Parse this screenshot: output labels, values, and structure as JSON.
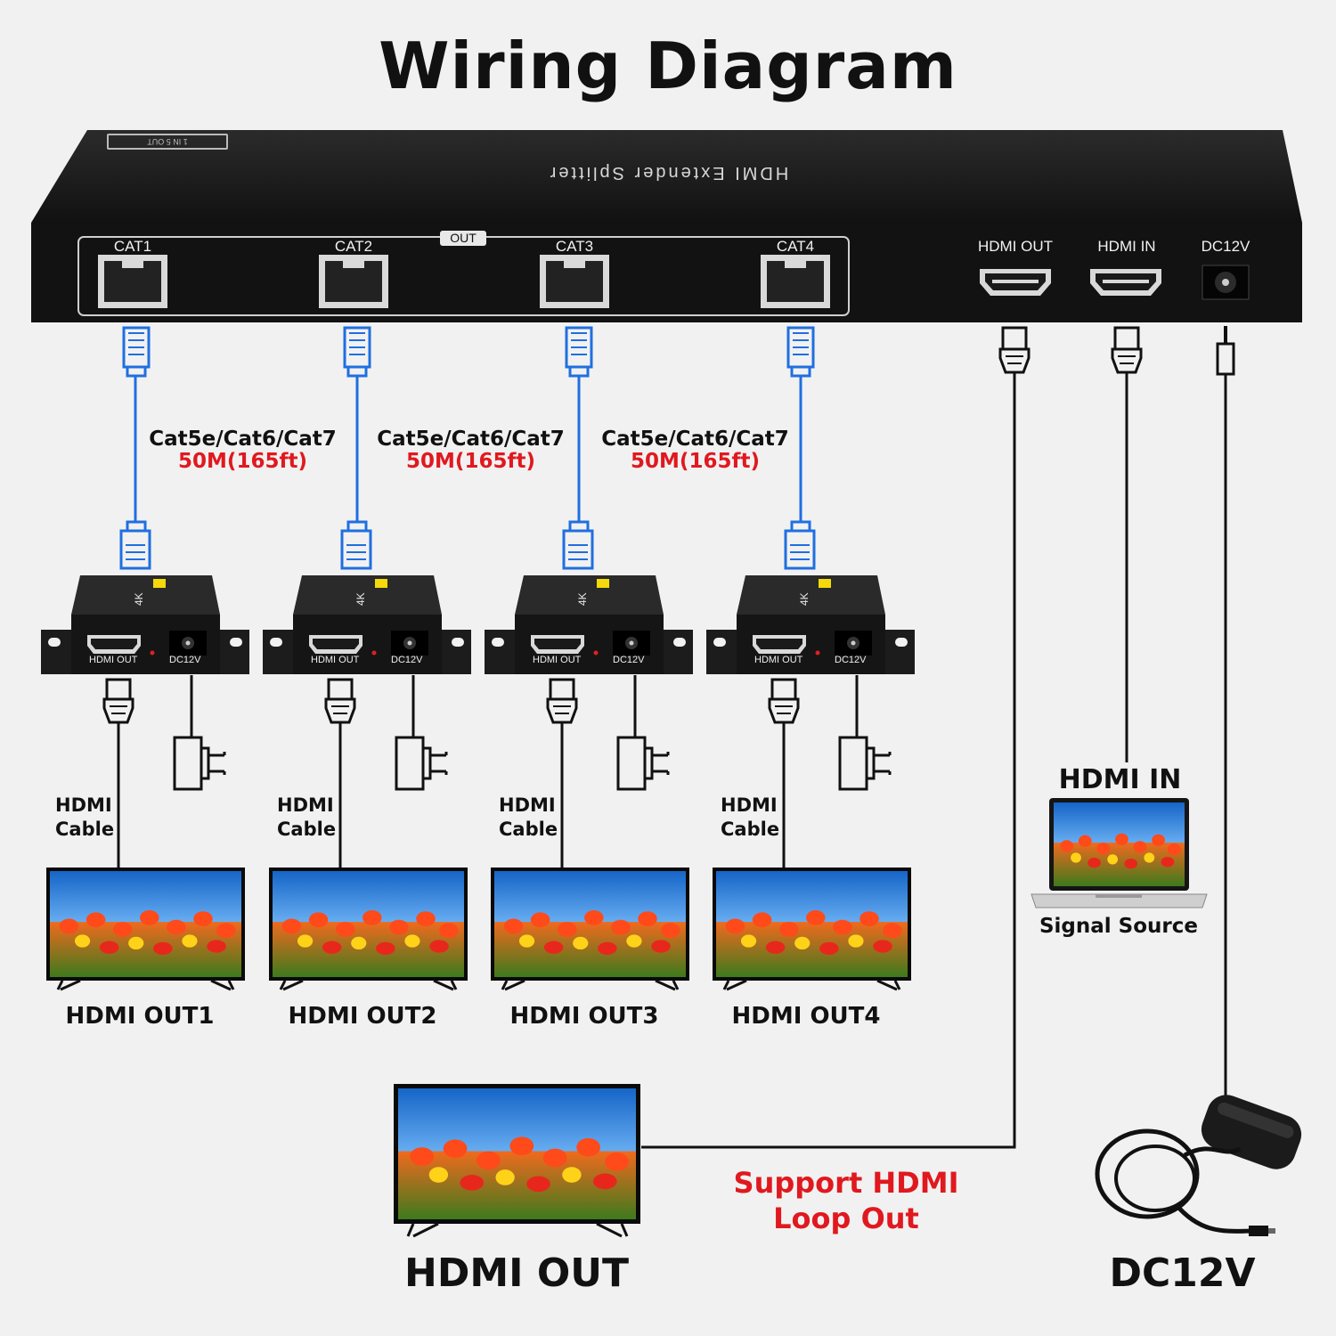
{
  "title": "Wiring Diagram",
  "splitter": {
    "name": "HDMI Extender Splitter",
    "model": "1 IN 5 OUT",
    "out_tag": "OUT",
    "cat_ports": [
      "CAT1",
      "CAT2",
      "CAT3",
      "CAT4"
    ],
    "right_ports": [
      "HDMI OUT",
      "HDMI IN",
      "DC12V"
    ]
  },
  "cable_spec": {
    "types": "Cat5e/Cat6/Cat7",
    "length": "50M(165ft)"
  },
  "receivers": [
    {
      "hdmi_port": "HDMI OUT",
      "power_port": "DC12V",
      "cable": [
        "HDMI",
        "Cable"
      ],
      "display": "HDMI OUT1"
    },
    {
      "hdmi_port": "HDMI OUT",
      "power_port": "DC12V",
      "cable": [
        "HDMI",
        "Cable"
      ],
      "display": "HDMI OUT2"
    },
    {
      "hdmi_port": "HDMI OUT",
      "power_port": "DC12V",
      "cable": [
        "HDMI",
        "Cable"
      ],
      "display": "HDMI OUT3"
    },
    {
      "hdmi_port": "HDMI OUT",
      "power_port": "DC12V",
      "cable": [
        "HDMI",
        "Cable"
      ],
      "display": "HDMI OUT4"
    }
  ],
  "source": {
    "heading": "HDMI IN",
    "label": "Signal Source"
  },
  "loop_out": {
    "note_line1": "Support HDMI",
    "note_line2": "Loop Out",
    "display": "HDMI OUT"
  },
  "power": {
    "label": "DC12V"
  },
  "colors": {
    "background": "#f1f1f1",
    "device": "#1b1b1b",
    "cat_cable": "#1f6fe0",
    "accent_red": "#e0191f"
  }
}
